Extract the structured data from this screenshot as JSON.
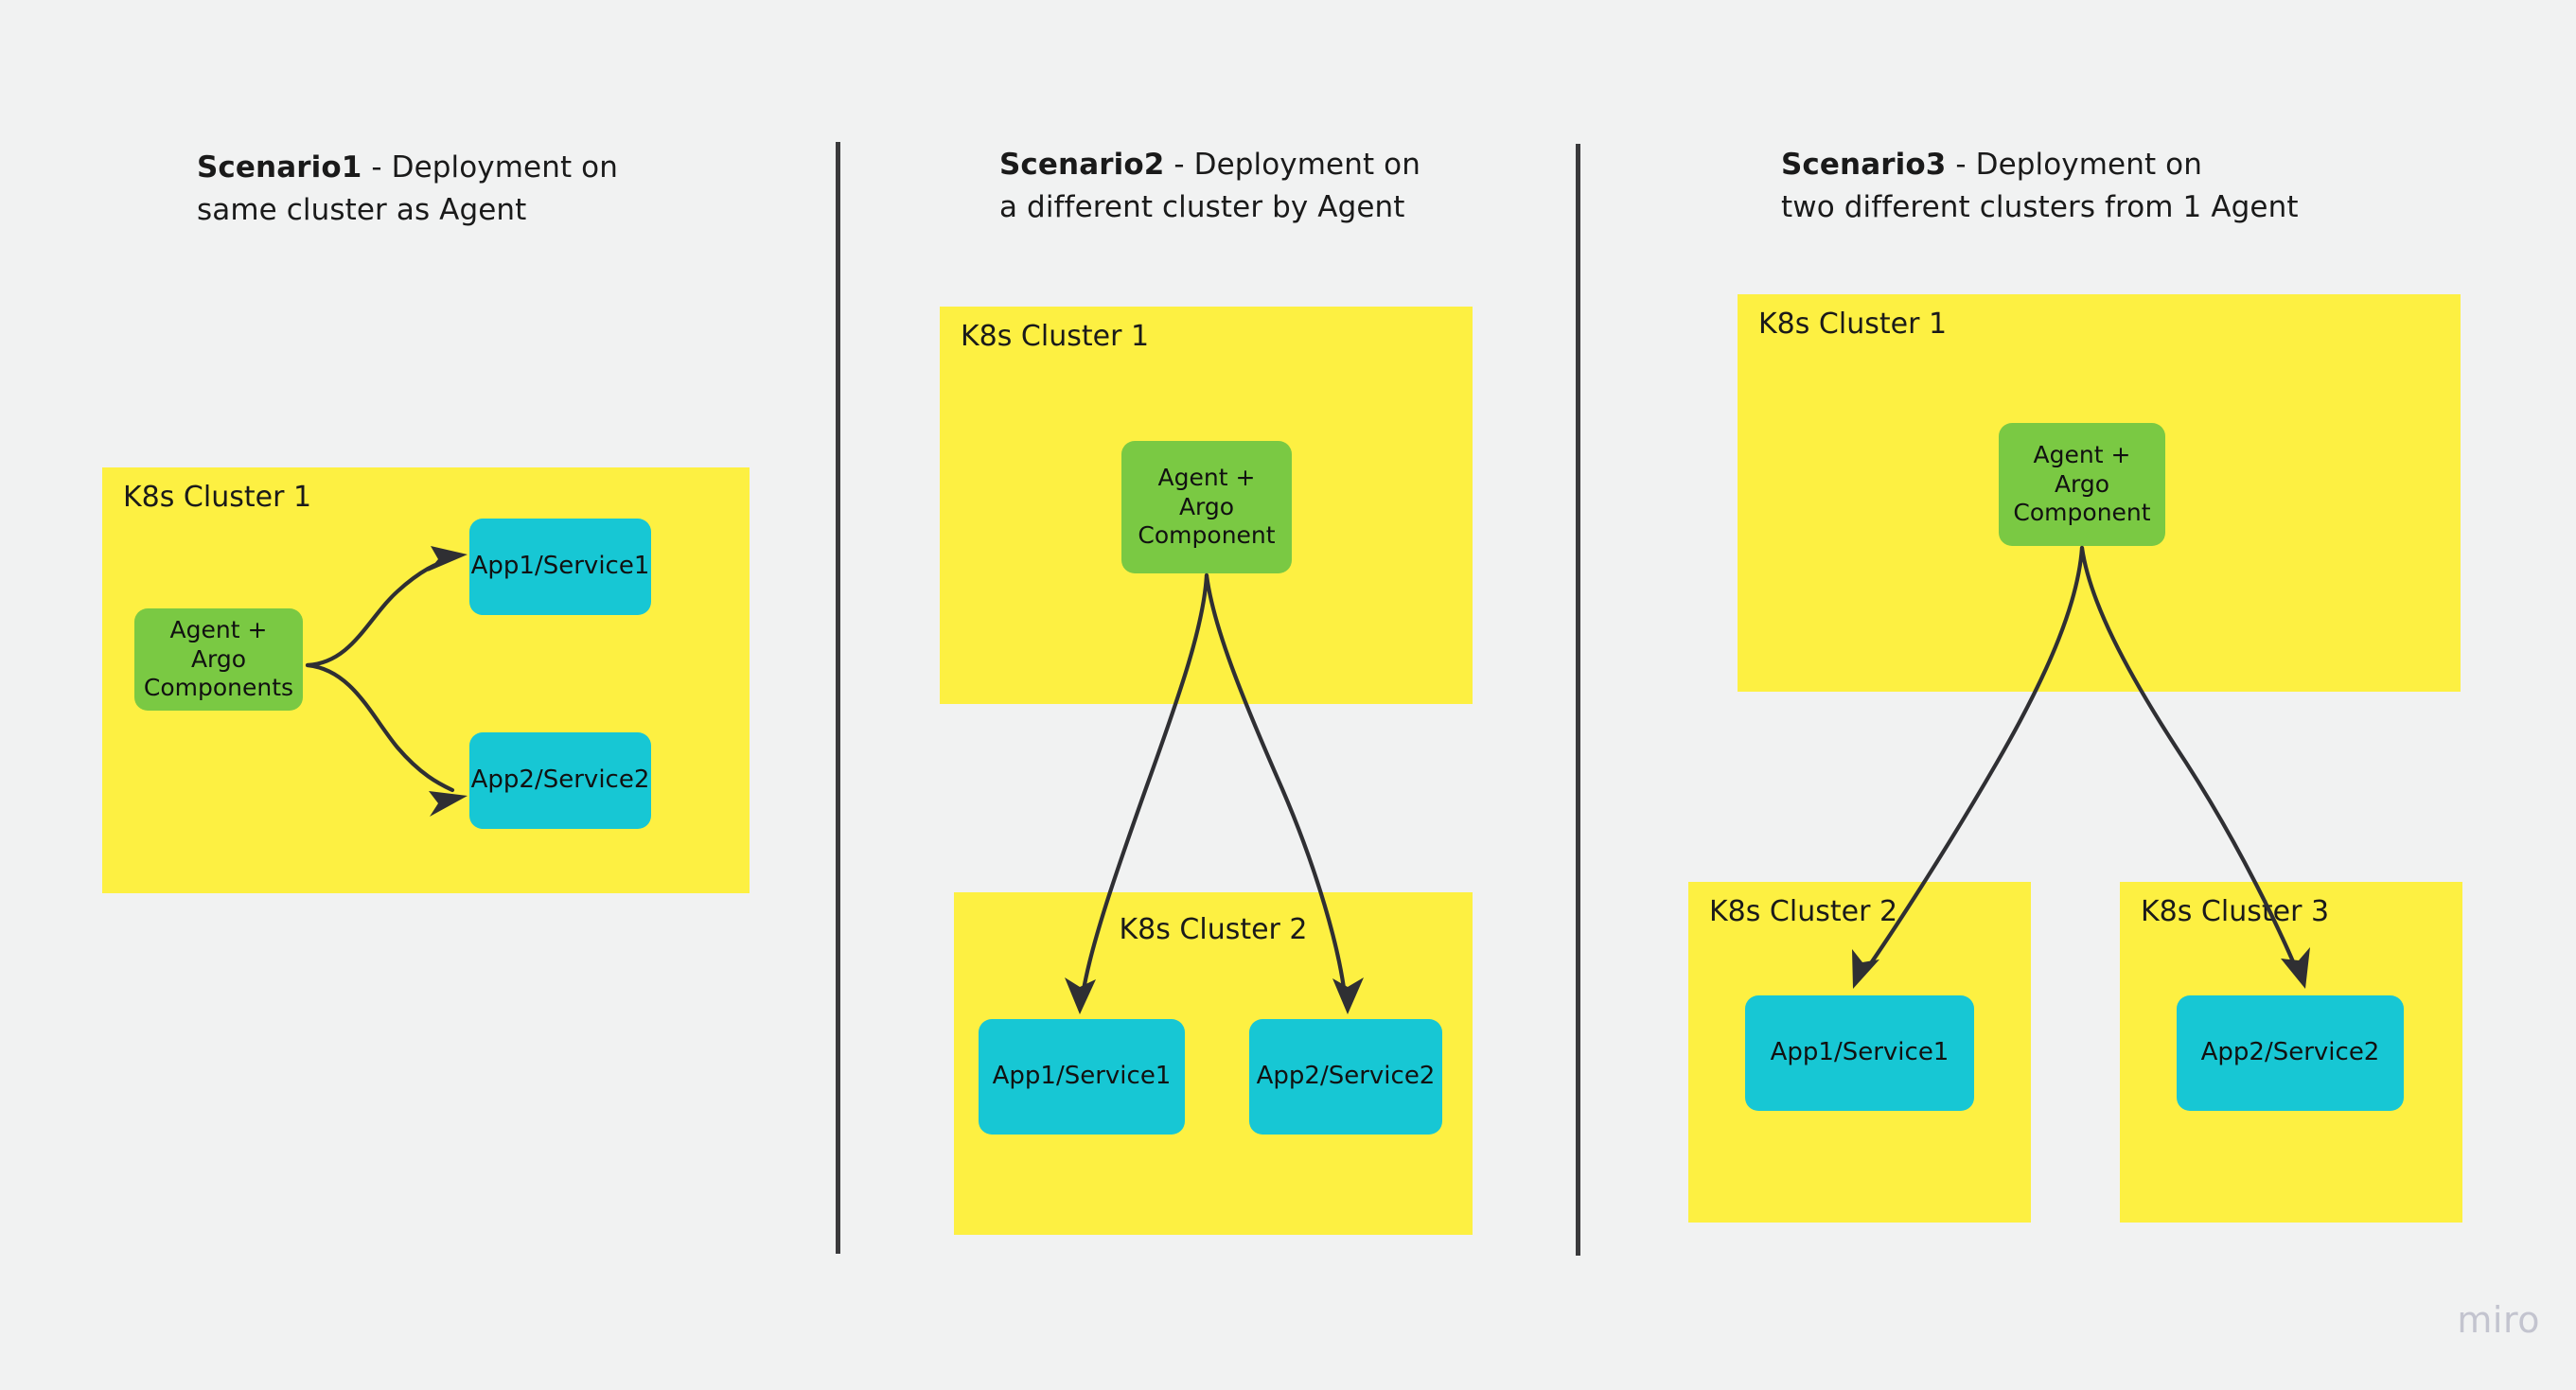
{
  "page": {
    "background_color": "#f1f2f2",
    "watermark": "miro"
  },
  "palette": {
    "cluster_yellow": "#fdf042",
    "agent_green": "#7ac943",
    "app_cyan": "#17c7d4",
    "arrow_dark": "#2f2f33",
    "divider_dark": "#3a3a3c",
    "text_dark": "#1a1a1a",
    "watermark_gray": "#c3c4cf"
  },
  "scenarios": [
    {
      "id": "scenario1",
      "name": "Scenario1",
      "description": " - Deployment on\nsame cluster as Agent",
      "clusters": [
        {
          "id": "s1-cluster1",
          "label": "K8s Cluster 1"
        }
      ],
      "nodes": [
        {
          "id": "s1-agent",
          "label": "Agent + Argo\nComponents",
          "type": "agent"
        },
        {
          "id": "s1-app1",
          "label": "App1/Service1",
          "type": "app"
        },
        {
          "id": "s1-app2",
          "label": "App2/Service2",
          "type": "app"
        }
      ],
      "edges": [
        {
          "from": "s1-agent",
          "to": "s1-app1"
        },
        {
          "from": "s1-agent",
          "to": "s1-app2"
        }
      ]
    },
    {
      "id": "scenario2",
      "name": "Scenario2",
      "description": " - Deployment on\na different cluster by Agent",
      "clusters": [
        {
          "id": "s2-cluster1",
          "label": "K8s Cluster 1"
        },
        {
          "id": "s2-cluster2",
          "label": "K8s Cluster 2"
        }
      ],
      "nodes": [
        {
          "id": "s2-agent",
          "label": "Agent +\nArgo\nComponent",
          "type": "agent"
        },
        {
          "id": "s2-app1",
          "label": "App1/Service1",
          "type": "app"
        },
        {
          "id": "s2-app2",
          "label": "App2/Service2",
          "type": "app"
        }
      ],
      "edges": [
        {
          "from": "s2-agent",
          "to": "s2-app1"
        },
        {
          "from": "s2-agent",
          "to": "s2-app2"
        }
      ]
    },
    {
      "id": "scenario3",
      "name": "Scenario3",
      "description": " - Deployment on\ntwo different clusters from 1 Agent",
      "clusters": [
        {
          "id": "s3-cluster1",
          "label": "K8s Cluster 1"
        },
        {
          "id": "s3-cluster2",
          "label": "K8s Cluster 2"
        },
        {
          "id": "s3-cluster3",
          "label": "K8s Cluster 3"
        }
      ],
      "nodes": [
        {
          "id": "s3-agent",
          "label": "Agent +\nArgo\nComponent",
          "type": "agent"
        },
        {
          "id": "s3-app1",
          "label": "App1/Service1",
          "type": "app"
        },
        {
          "id": "s3-app2",
          "label": "App2/Service2",
          "type": "app"
        }
      ],
      "edges": [
        {
          "from": "s3-agent",
          "to": "s3-app1"
        },
        {
          "from": "s3-agent",
          "to": "s3-app2"
        }
      ]
    }
  ]
}
